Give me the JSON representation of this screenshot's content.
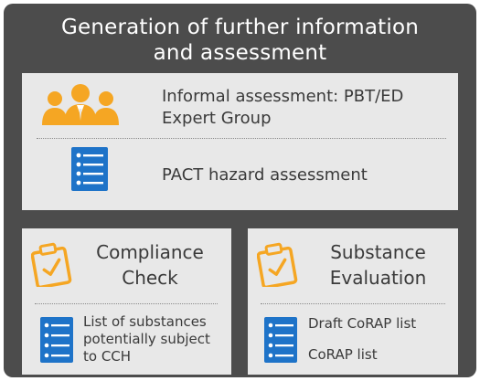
{
  "title_lines": [
    "Generation of further information",
    "and assessment"
  ],
  "top_panel": {
    "expert_group_lines": [
      "Informal assessment: PBT/ED",
      "Expert Group"
    ],
    "pact_label": "PACT hazard assessment"
  },
  "compliance": {
    "heading_lines": [
      "Compliance",
      "Check"
    ],
    "item_lines": [
      "List of substances",
      "potentially subject",
      "to CCH"
    ]
  },
  "evaluation": {
    "heading_lines": [
      "Substance",
      "Evaluation"
    ],
    "item_1": "Draft CoRAP list",
    "item_2": "CoRAP list"
  },
  "icons": {
    "people": "people-group-icon",
    "list": "list-document-icon",
    "clipboard": "clipboard-check-icon"
  },
  "colors": {
    "frame": "#4c4c4c",
    "panel": "#e8e8e8",
    "text": "#3a3a3a",
    "people_orange": "#f5a623",
    "list_blue": "#1e73c8"
  }
}
